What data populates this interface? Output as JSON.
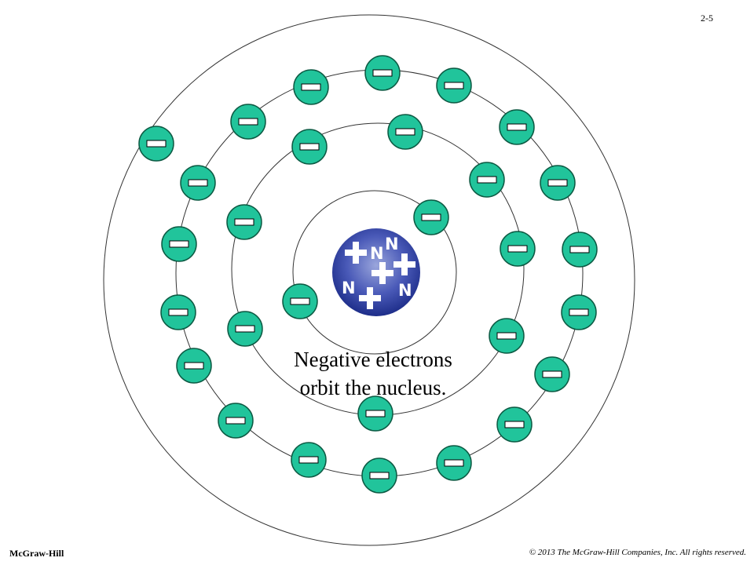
{
  "page_number": "2-5",
  "caption": {
    "line1": "Negative electrons",
    "line2": "orbit the nucleus."
  },
  "footer": {
    "publisher": "McGraw-Hill",
    "copyright": "© 2013 The McGraw-Hill Companies, Inc. All rights reserved."
  },
  "nucleus": {
    "neutron_label": "N",
    "neutron_count": 4,
    "proton_count": 4
  },
  "shells": [
    {
      "name": "shell-1",
      "electron_count": 2
    },
    {
      "name": "shell-2",
      "electron_count": 8
    },
    {
      "name": "shell-3",
      "electron_count": 18
    },
    {
      "name": "shell-4",
      "electron_count": 1
    }
  ],
  "colors": {
    "electron_fill": "#21c49b",
    "electron_stroke": "#0c5a43",
    "nucleus_light": "#9aa6dc",
    "nucleus_dark": "#1a2a86",
    "sign": "#ffffff",
    "orbit": "#333333"
  }
}
